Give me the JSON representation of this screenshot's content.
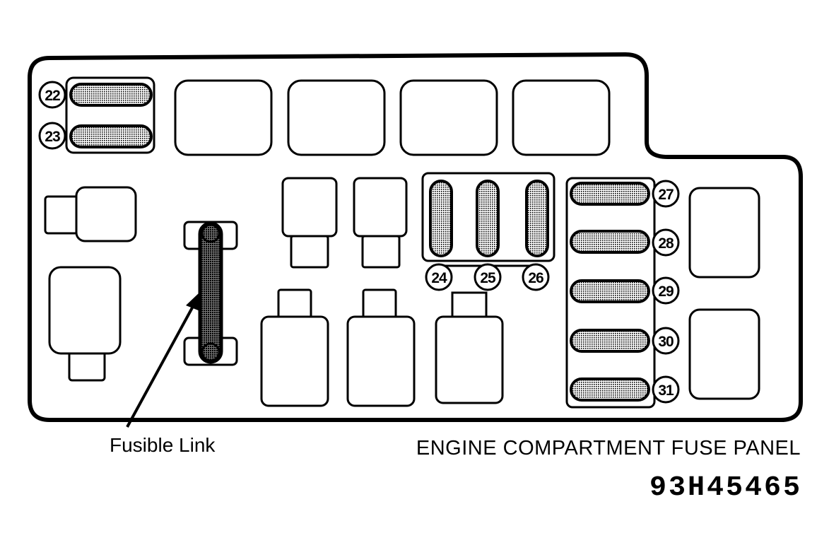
{
  "diagram": {
    "title": "ENGINE COMPARTMENT FUSE PANEL",
    "code": "93H45465",
    "callout_label": "Fusible Link",
    "fuse_numbers": {
      "f22": "22",
      "f23": "23",
      "f24": "24",
      "f25": "25",
      "f26": "26",
      "f27": "27",
      "f28": "28",
      "f29": "29",
      "f30": "30",
      "f31": "31"
    }
  }
}
